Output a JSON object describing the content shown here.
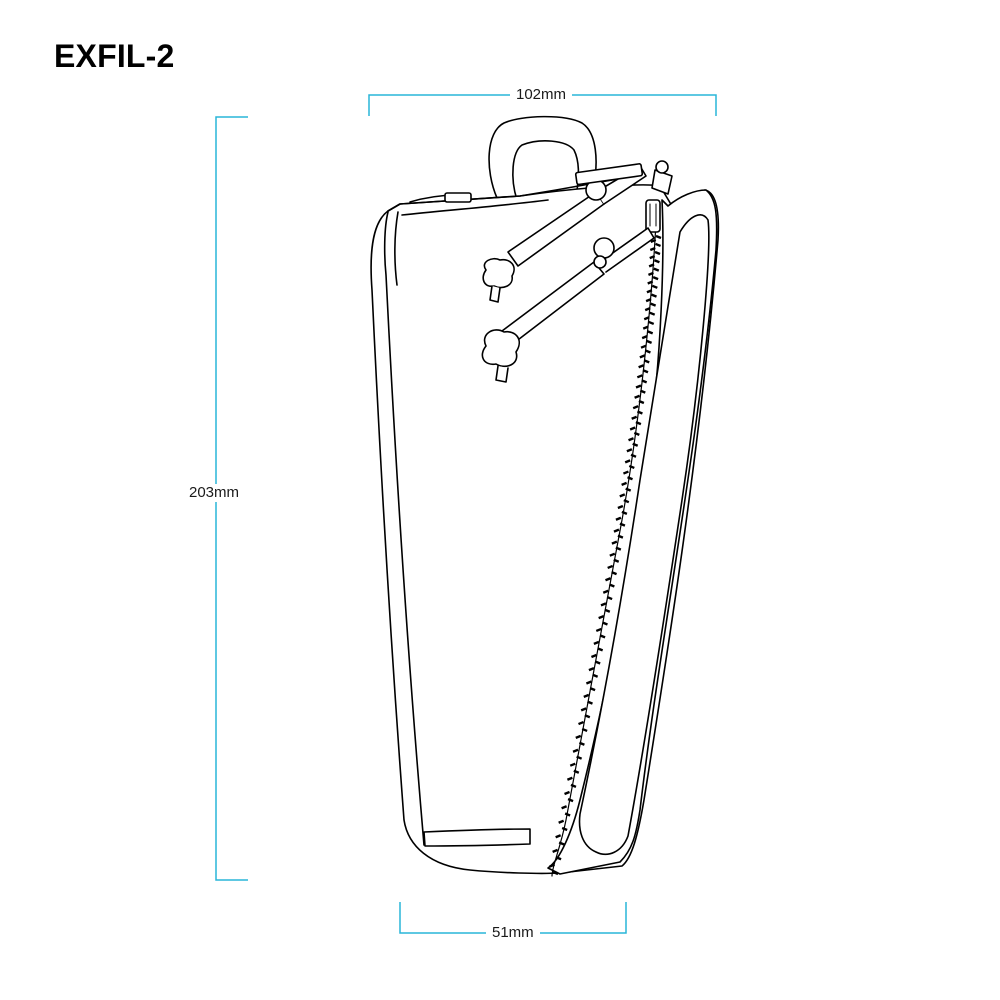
{
  "product": {
    "name": "EXFIL-2"
  },
  "dimensions": {
    "width_top": "102mm",
    "height": "203mm",
    "width_bottom": "51mm"
  },
  "colors": {
    "dimension_lines": "#29b6d8",
    "outline": "#000000"
  }
}
